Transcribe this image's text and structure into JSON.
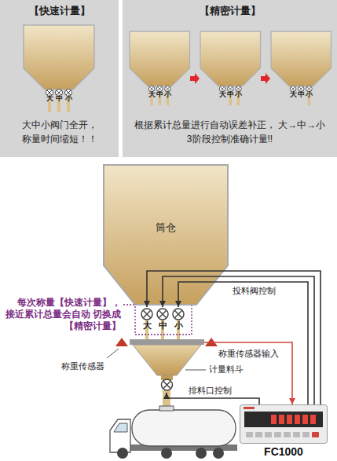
{
  "diagram": {
    "nodes": [
      {
        "text": [
          "【快速计量】",
          "大中小阀门全开， 称量时间缩短！！"
        ]
      },
      {
        "text": [
          "【精密计量】",
          "根据累计总量进行自动误差补正， 大→中→小 3阶段控制准确计量!!"
        ]
      },
      {
        "text": [
          "筒仓"
        ]
      },
      {
        "text": [
          "大"
        ]
      },
      {
        "text": [
          "中"
        ]
      },
      {
        "text": [
          "小"
        ]
      },
      {
        "text": [
          "计量料斗"
        ]
      },
      {
        "text": [
          "称重传感器"
        ]
      },
      {
        "text": [
          "FC1000"
        ]
      }
    ],
    "edges": [
      {
        "from": 8,
        "to": 3,
        "arrow": "to",
        "label": "投料阀控制"
      },
      {
        "from": 8,
        "to": 4,
        "arrow": "to"
      },
      {
        "from": 8,
        "to": 5,
        "arrow": "to"
      },
      {
        "from": 6,
        "to": 8,
        "arrow": "to",
        "label": "称重传感器输入"
      },
      {
        "from": 8,
        "to": 6,
        "arrow": "to",
        "label": "排料口控制"
      }
    ],
    "labels": [
      "大",
      "中",
      "小",
      "大",
      "中",
      "小",
      "大",
      "中",
      "小",
      "大",
      "中",
      "小",
      "每次称量【快速计量】， 接近累计总量会自动 切换成【精密计量】"
    ]
  }
}
